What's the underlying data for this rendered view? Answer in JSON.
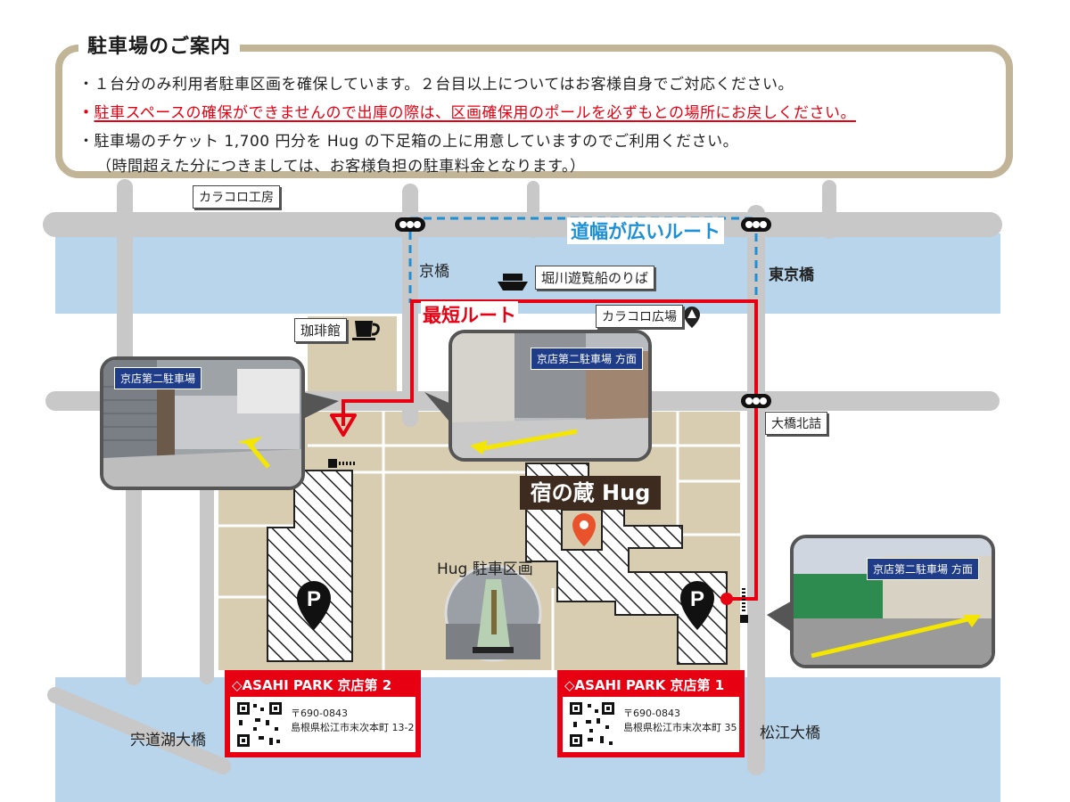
{
  "notice": {
    "title": "駐車場のご案内",
    "line1": "・１台分のみ利用者駐車区画を確保しています。２台目以上についてはお客様自身でご対応ください。",
    "line2_bullet": "・",
    "line2": "駐車スペースの確保ができませんので出庫の際は、区画確保用のポールを必ずもとの場所にお戻しください。",
    "line3": "・駐車場のチケット 1,700 円分を Hug の下足箱の上に用意していますのでご利用ください。",
    "line4": "（時間超えた分につきましては、お客様負担の駐車料金となります。）"
  },
  "places": {
    "karakoro_kobo": "カラコロ工房",
    "kyobashi": "京橋",
    "higashi_kyobashi": "東京橋",
    "horikawa": "堀川遊覧船のりば",
    "karakoro_hiroba": "カラコロ広場",
    "coffee": "珈琲館",
    "ohashi_kitazume": "大橋北詰",
    "shinjiko_ohashi": "宍道湖大橋",
    "matsue_ohashi": "松江大橋",
    "hug_area": "Hug 駐車区画"
  },
  "routes": {
    "wide": "道幅が広いルート",
    "shortest": "最短ルート"
  },
  "hug": {
    "title": "宿の蔵 Hug"
  },
  "photos": {
    "left_caption": "京店第二駐車場",
    "center_caption": "京店第二駐車場 方面",
    "right_caption": "京店第二駐車場 方面"
  },
  "parking": {
    "p2": {
      "title": "◇ASAHI PARK 京店第 2",
      "zip": "〒690-0843",
      "addr": "島根県松江市末次本町 13-2"
    },
    "p1": {
      "title": "◇ASAHI PARK 京店第 1",
      "zip": "〒690-0843",
      "addr": "島根県松江市末次本町 35"
    }
  },
  "colors": {
    "road": "#c8c8c8",
    "river": "#b9d5ec",
    "block": "#d8cdb0",
    "route_red": "#e60012",
    "route_blue": "#1e90d6",
    "notice_border": "#c1b497"
  },
  "icons": [
    "traffic-light-icon",
    "boat-icon",
    "tree-pin-icon",
    "coffee-cup-icon",
    "parking-pin-icon",
    "location-pin-icon",
    "qr-code-icon"
  ]
}
